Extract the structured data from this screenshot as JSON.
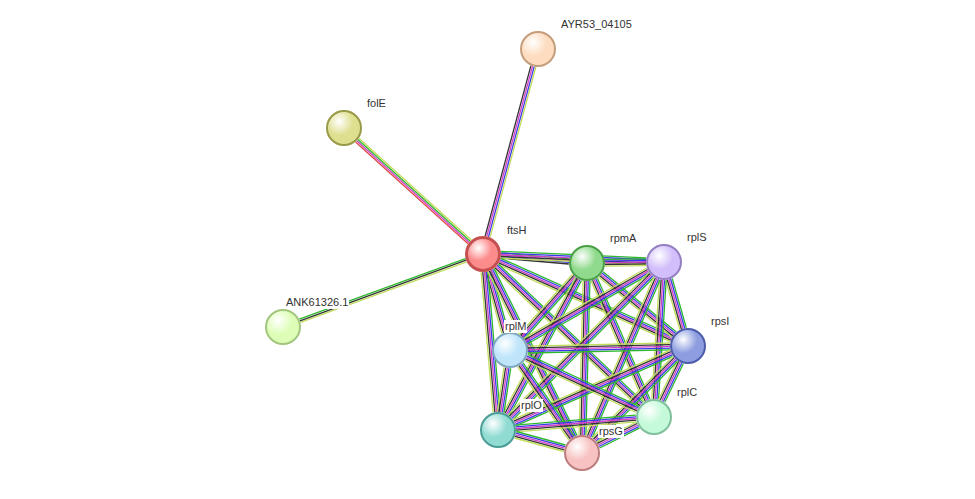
{
  "diagram": {
    "nodes": [
      {
        "text": [
          "AYR53_04105"
        ]
      },
      {
        "text": [
          "folE"
        ]
      },
      {
        "text": [
          "ftsH"
        ]
      },
      {
        "text": [
          "rpmA"
        ]
      },
      {
        "text": [
          "rplS"
        ]
      },
      {
        "text": [
          "ANK61326.1"
        ]
      },
      {
        "text": [
          "rpsI"
        ]
      },
      {
        "text": [
          "rplM"
        ]
      },
      {
        "text": [
          "rplO"
        ]
      },
      {
        "text": [
          "rplC"
        ]
      },
      {
        "text": [
          "rpsG"
        ]
      }
    ],
    "edges": [
      {
        "from": 2,
        "to": 0,
        "arrow": "none"
      },
      {
        "from": 2,
        "to": 1,
        "arrow": "none"
      },
      {
        "from": 2,
        "to": 5,
        "arrow": "none"
      },
      {
        "from": 2,
        "to": 3,
        "arrow": "none"
      },
      {
        "from": 2,
        "to": 4,
        "arrow": "none"
      },
      {
        "from": 2,
        "to": 6,
        "arrow": "none"
      },
      {
        "from": 2,
        "to": 7,
        "arrow": "none"
      },
      {
        "from": 2,
        "to": 8,
        "arrow": "none"
      },
      {
        "from": 2,
        "to": 9,
        "arrow": "none"
      },
      {
        "from": 2,
        "to": 10,
        "arrow": "none"
      },
      {
        "from": 3,
        "to": 4,
        "arrow": "none"
      },
      {
        "from": 3,
        "to": 6,
        "arrow": "none"
      },
      {
        "from": 3,
        "to": 7,
        "arrow": "none"
      },
      {
        "from": 3,
        "to": 8,
        "arrow": "none"
      },
      {
        "from": 3,
        "to": 9,
        "arrow": "none"
      },
      {
        "from": 3,
        "to": 10,
        "arrow": "none"
      },
      {
        "from": 4,
        "to": 6,
        "arrow": "none"
      },
      {
        "from": 4,
        "to": 7,
        "arrow": "none"
      },
      {
        "from": 4,
        "to": 8,
        "arrow": "none"
      },
      {
        "from": 4,
        "to": 9,
        "arrow": "none"
      },
      {
        "from": 4,
        "to": 10,
        "arrow": "none"
      },
      {
        "from": 6,
        "to": 7,
        "arrow": "none"
      },
      {
        "from": 6,
        "to": 8,
        "arrow": "none"
      },
      {
        "from": 6,
        "to": 9,
        "arrow": "none"
      },
      {
        "from": 6,
        "to": 10,
        "arrow": "none"
      },
      {
        "from": 7,
        "to": 8,
        "arrow": "none"
      },
      {
        "from": 7,
        "to": 9,
        "arrow": "none"
      },
      {
        "from": 7,
        "to": 10,
        "arrow": "none"
      },
      {
        "from": 8,
        "to": 9,
        "arrow": "none"
      },
      {
        "from": 8,
        "to": 10,
        "arrow": "none"
      },
      {
        "from": 9,
        "to": 10,
        "arrow": "none"
      }
    ]
  }
}
